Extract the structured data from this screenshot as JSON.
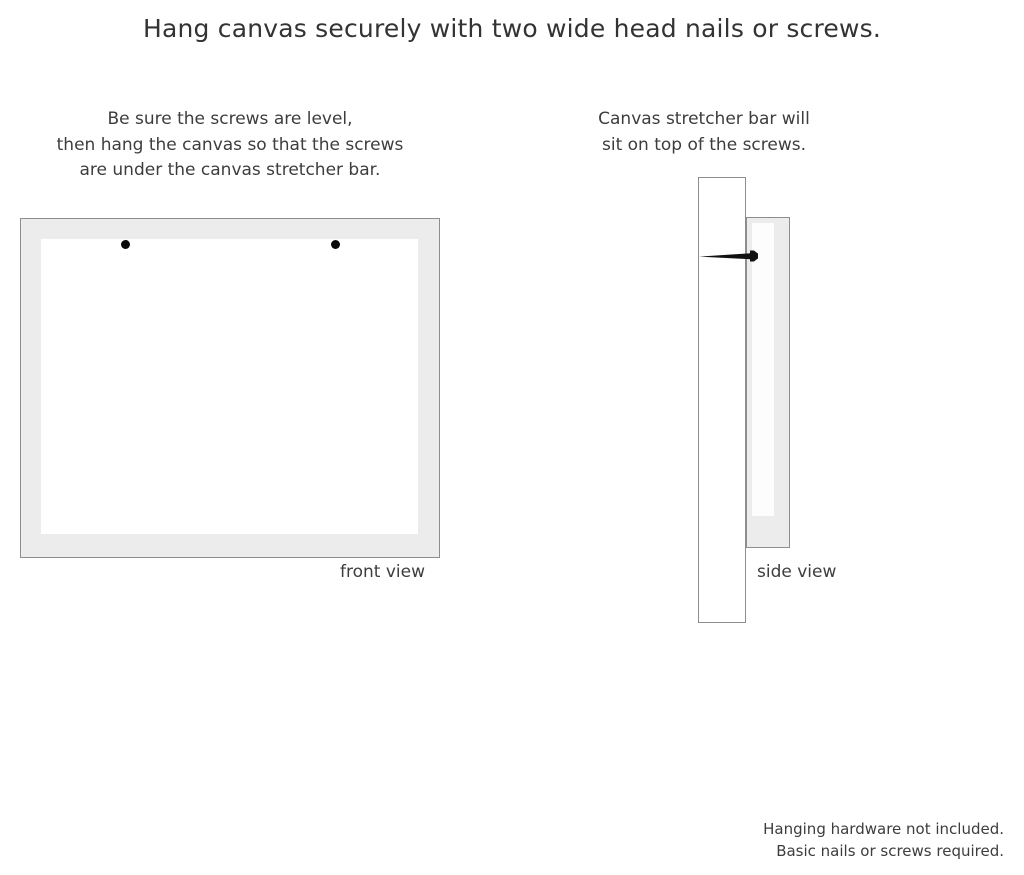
{
  "headline": "Hang canvas securely with two wide head nails or screws.",
  "instructions": {
    "left": {
      "line1": "Be sure the screws are level,",
      "line2": "then hang the canvas so that the screws",
      "line3": "are under the canvas stretcher bar."
    },
    "right": {
      "line1": "Canvas stretcher bar will",
      "line2": "sit on top of the screws."
    }
  },
  "diagrams": {
    "front": {
      "label": "front view",
      "frame_fill": "#ececec",
      "frame_border": "#8d8d8d",
      "inner_fill": "#ffffff",
      "screw_color": "#0a0a0a",
      "screw_count": 2
    },
    "side": {
      "label": "side view",
      "wall_fill": "#ffffff",
      "wall_border": "#8d8d8d",
      "bar_fill": "#ececec",
      "bar_border": "#8d8d8d",
      "screw_color": "#111111"
    }
  },
  "footer": {
    "line1": "Hanging hardware not included.",
    "line2": "Basic nails or screws required."
  }
}
